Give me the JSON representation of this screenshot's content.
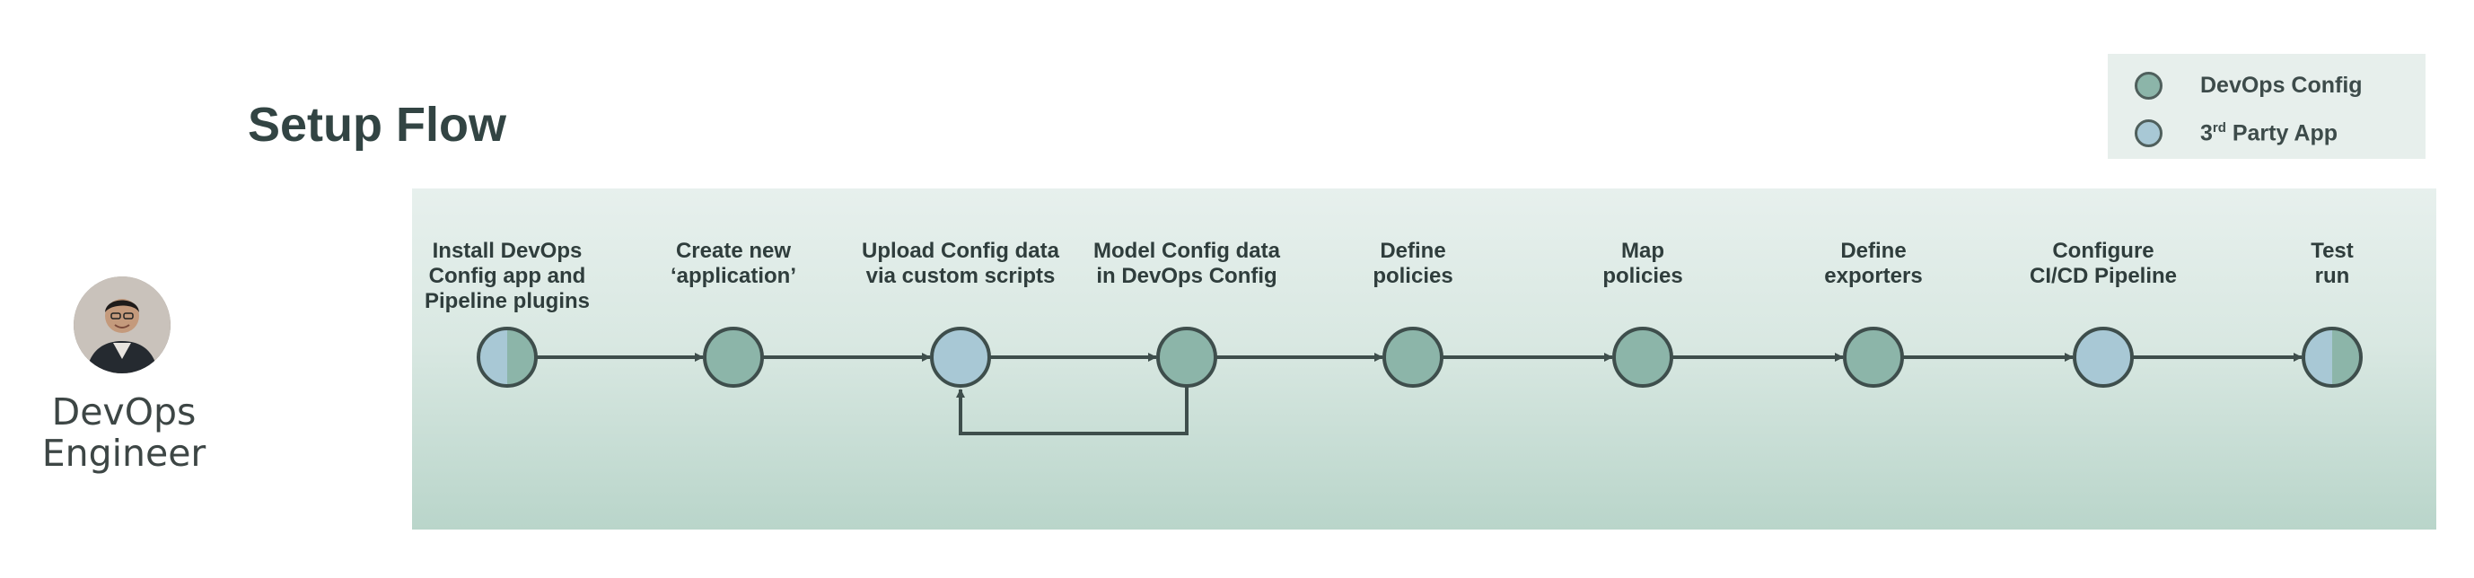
{
  "title": "Setup Flow",
  "legend": [
    {
      "name": "DevOps Config",
      "color": "#8cb5a9"
    },
    {
      "name_prefix": "3",
      "name_sup": "rd",
      "name_suffix": " Party App",
      "color": "#a8c8d5"
    }
  ],
  "persona": {
    "line1": "DevOps",
    "line2": "Engineer"
  },
  "colors": {
    "devops": "#8cb5a9",
    "third_party": "#a8c8d5",
    "stroke": "#3e4e4c",
    "line": "#3e4e4c"
  },
  "steps": [
    {
      "label": "Install DevOps\nConfig app and\nPipeline plugins",
      "type": "mixed"
    },
    {
      "label": "Create new\n‘application’",
      "type": "devops"
    },
    {
      "label": "Upload Config data\nvia custom scripts",
      "type": "third_party"
    },
    {
      "label": "Model Config data\nin DevOps Config",
      "type": "devops"
    },
    {
      "label": "Define\npolicies",
      "type": "devops"
    },
    {
      "label": "Map\npolicies",
      "type": "devops"
    },
    {
      "label": "Define\nexporters",
      "type": "devops"
    },
    {
      "label": "Configure\nCI/CD Pipeline",
      "type": "third_party"
    },
    {
      "label": "Test\nrun",
      "type": "mixed"
    }
  ],
  "loop_back": {
    "from_step": 3,
    "to_step": 2
  }
}
